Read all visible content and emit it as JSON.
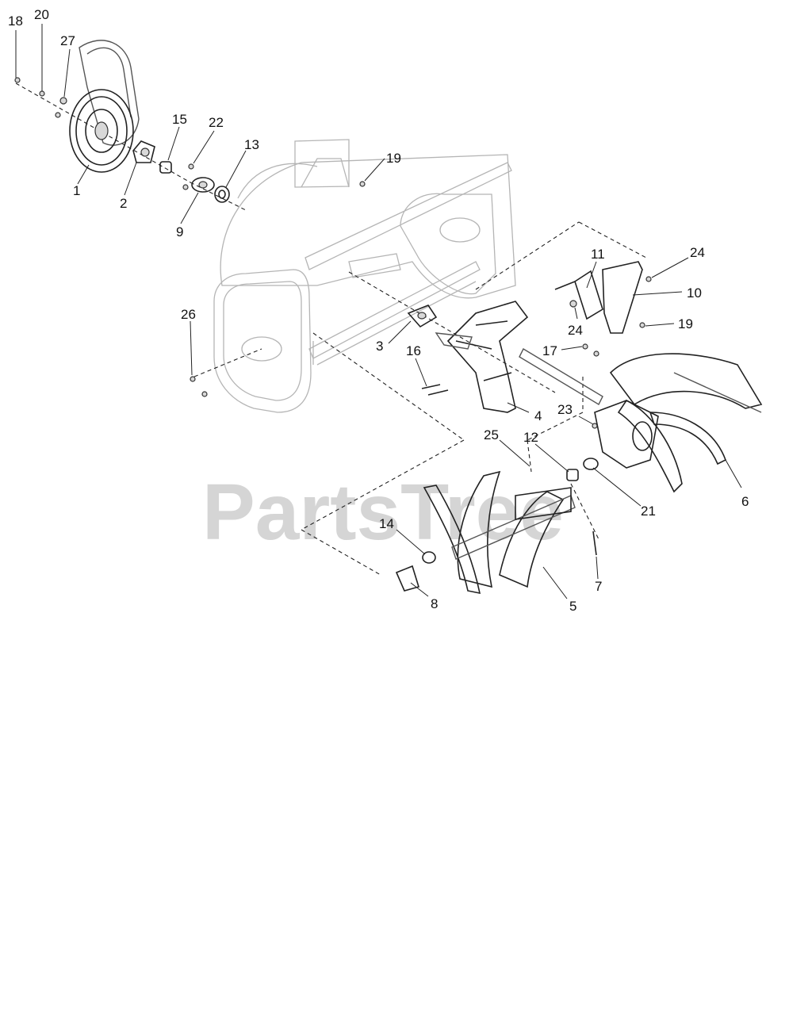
{
  "watermark": "PartsTree",
  "callouts": [
    "18",
    "20",
    "27",
    "1",
    "2",
    "15",
    "22",
    "13",
    "9",
    "19",
    "24",
    "11",
    "10",
    "24",
    "19",
    "17",
    "26",
    "3",
    "16",
    "4",
    "23",
    "25",
    "12",
    "21",
    "6",
    "14",
    "7",
    "8",
    "5"
  ],
  "colors": {
    "line": "#222222",
    "housing": "#b5b5b5",
    "watermark": "#c7c7c7"
  }
}
